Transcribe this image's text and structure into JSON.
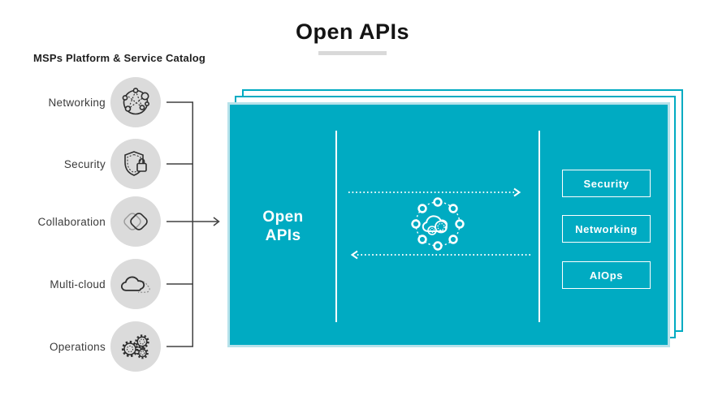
{
  "title": "Open APIs",
  "left_panel": {
    "heading": "MSPs Platform & Service Catalog",
    "items": [
      {
        "label": "Networking",
        "icon": "network-nodes-icon"
      },
      {
        "label": "Security",
        "icon": "shield-lock-icon"
      },
      {
        "label": "Collaboration",
        "icon": "overlapping-squares-icon"
      },
      {
        "label": "Multi-cloud",
        "icon": "double-cloud-icon"
      },
      {
        "label": "Operations",
        "icon": "gears-icon"
      }
    ]
  },
  "api_box": {
    "label_line1": "Open",
    "label_line2": "APIs",
    "center_icon": "cloud-api-hub-icon",
    "flow_icons": [
      "dotted-arrow-right-icon",
      "dotted-arrow-left-icon"
    ],
    "buttons": [
      {
        "label": "Security"
      },
      {
        "label": "Networking"
      },
      {
        "label": "AIOps"
      }
    ]
  },
  "colors": {
    "accent_teal": "#00abc2",
    "icon_circle_gray": "#dbdbdb",
    "underline_gray": "#d9d9d9",
    "text_dark": "#3b3b3b",
    "white": "#ffffff"
  }
}
